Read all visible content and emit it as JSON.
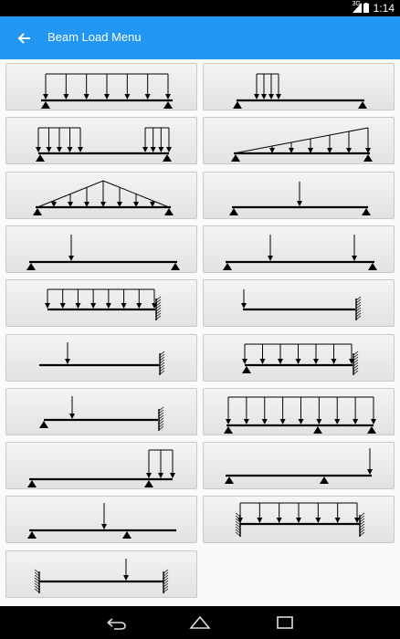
{
  "status": {
    "network": "3G",
    "time": "1:14"
  },
  "appbar": {
    "title": "Beam Load Menu",
    "back_icon": "arrow-back-icon"
  },
  "colors": {
    "appbar": "#2196f3",
    "statusbar": "#000000",
    "card_top": "#f4f4f4",
    "card_bottom": "#e2e2e2"
  },
  "menu": {
    "items": [
      {
        "name": "simply-supported-full-udl-option"
      },
      {
        "name": "simply-supported-partial-udl-option"
      },
      {
        "name": "simply-supported-two-udl-option"
      },
      {
        "name": "simply-supported-triangular-load-option"
      },
      {
        "name": "simply-supported-symmetric-triangle-option"
      },
      {
        "name": "simply-supported-center-point-load-option"
      },
      {
        "name": "simply-supported-point-load-option"
      },
      {
        "name": "simply-supported-two-point-loads-option"
      },
      {
        "name": "cantilever-udl-option"
      },
      {
        "name": "cantilever-end-point-load-option"
      },
      {
        "name": "cantilever-intermediate-point-load-option"
      },
      {
        "name": "propped-cantilever-udl-option"
      },
      {
        "name": "propped-cantilever-point-load-option"
      },
      {
        "name": "continuous-two-span-udl-option"
      },
      {
        "name": "overhang-udl-option"
      },
      {
        "name": "overhang-end-point-load-option"
      },
      {
        "name": "overhang-point-load-option"
      },
      {
        "name": "fixed-fixed-udl-option"
      },
      {
        "name": "fixed-fixed-point-load-option"
      }
    ]
  },
  "navbar": {
    "back_icon": "nav-back-icon",
    "home_icon": "nav-home-icon",
    "recents_icon": "nav-recents-icon"
  }
}
